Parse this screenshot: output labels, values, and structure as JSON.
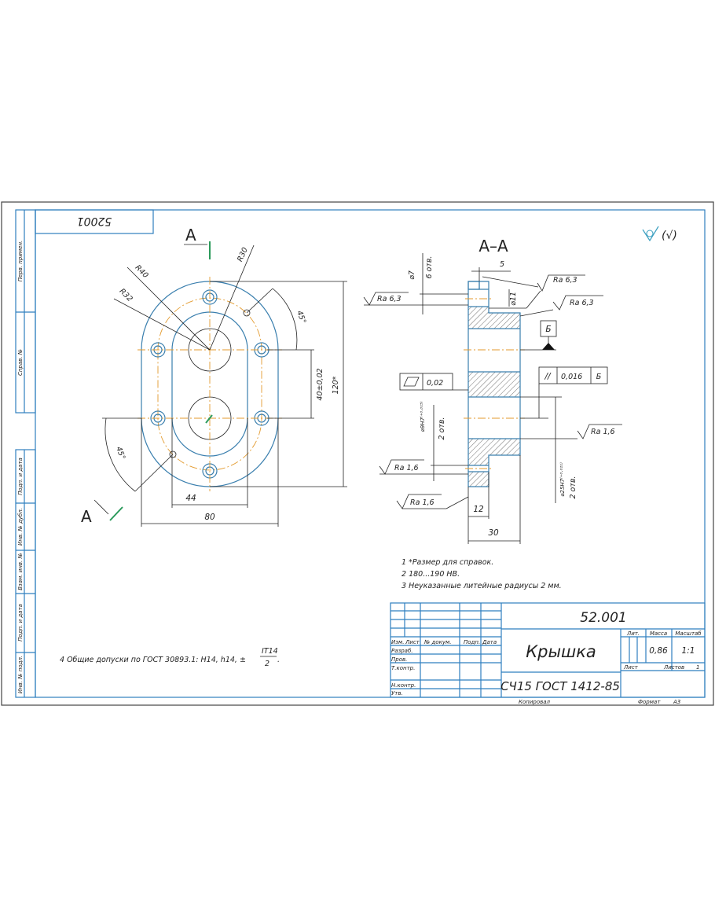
{
  "colors": {
    "frame": "#2f7fbf",
    "object": "#3a7fae",
    "centerline": "#e39a2d",
    "section_mark": "#2b9a5b"
  },
  "corner_stamp": "52001",
  "roughness_symbol": "(√)",
  "side_strip": [
    "Перв. примен.",
    "Справ. №",
    "Подп. и дата",
    "Инв. № дубл.",
    "Взам. инв. №",
    "Подп. и дата",
    "Инв. № подл."
  ],
  "plan_view": {
    "section_letter_top": "А",
    "section_letter_bottom": "А",
    "dims": {
      "r30": "R30",
      "r40": "R40",
      "r32": "R32",
      "angle_top": "45°",
      "angle_bottom": "45°",
      "center_distance": "40±0,02",
      "height": "120*",
      "inner_width": "44",
      "outer_width": "80"
    }
  },
  "section_view": {
    "title": "А–А",
    "hole_small": "⌀7",
    "hole_small_count": "6 отв.",
    "dim_5": "5",
    "dim_d11": "⌀11",
    "ra_left_top": "Ra 6,3",
    "ra_right_1": "Ra 6,3",
    "ra_right_2": "Ra 6,3",
    "datum": "Б",
    "flatness_value": "0,02",
    "parallel_symbol": "//",
    "parallel_value": "0,016",
    "parallel_datum": "Б",
    "hole_9": "⌀9H7⁽⁺⁰·⁰¹⁵⁾",
    "hole_9_count": "2 отв.",
    "ra_right_3": "Ra 1,6",
    "ra_left_2": "Ra 1,6",
    "ra_left_3": "Ra 1,6",
    "hole_25": "⌀25H7⁽⁺⁰·⁰²¹⁾",
    "hole_25_count": "2 отв.",
    "dim_12": "12",
    "dim_30": "30"
  },
  "notes": [
    "1  *Размер для справок.",
    "2  180...190 HB.",
    "3  Неуказанные литейные радиусы 2 мм."
  ],
  "note4": {
    "text": "4  Общие допуски по ГОСТ 30893.1: H14, h14, ±",
    "num": "IT14",
    "den": "2",
    "tail": "."
  },
  "title_block": {
    "designation": "52.001",
    "name": "Крышка",
    "material": "СЧ15 ГОСТ 1412-85",
    "headers": [
      "Изм.",
      "Лист",
      "№ докум.",
      "Подп.",
      "Дата"
    ],
    "roles": [
      "Разраб.",
      "Пров.",
      "Т.контр.",
      "Н.контр.",
      "Утв."
    ],
    "lit_label": "Лит.",
    "mass_label": "Масса",
    "scale_label": "Масштаб",
    "mass": "0,86",
    "scale": "1:1",
    "sheet_label": "Лист",
    "sheets_label": "Листов",
    "sheets": "1",
    "copied": "Копировал",
    "format_label": "Формат",
    "format": "А3"
  }
}
